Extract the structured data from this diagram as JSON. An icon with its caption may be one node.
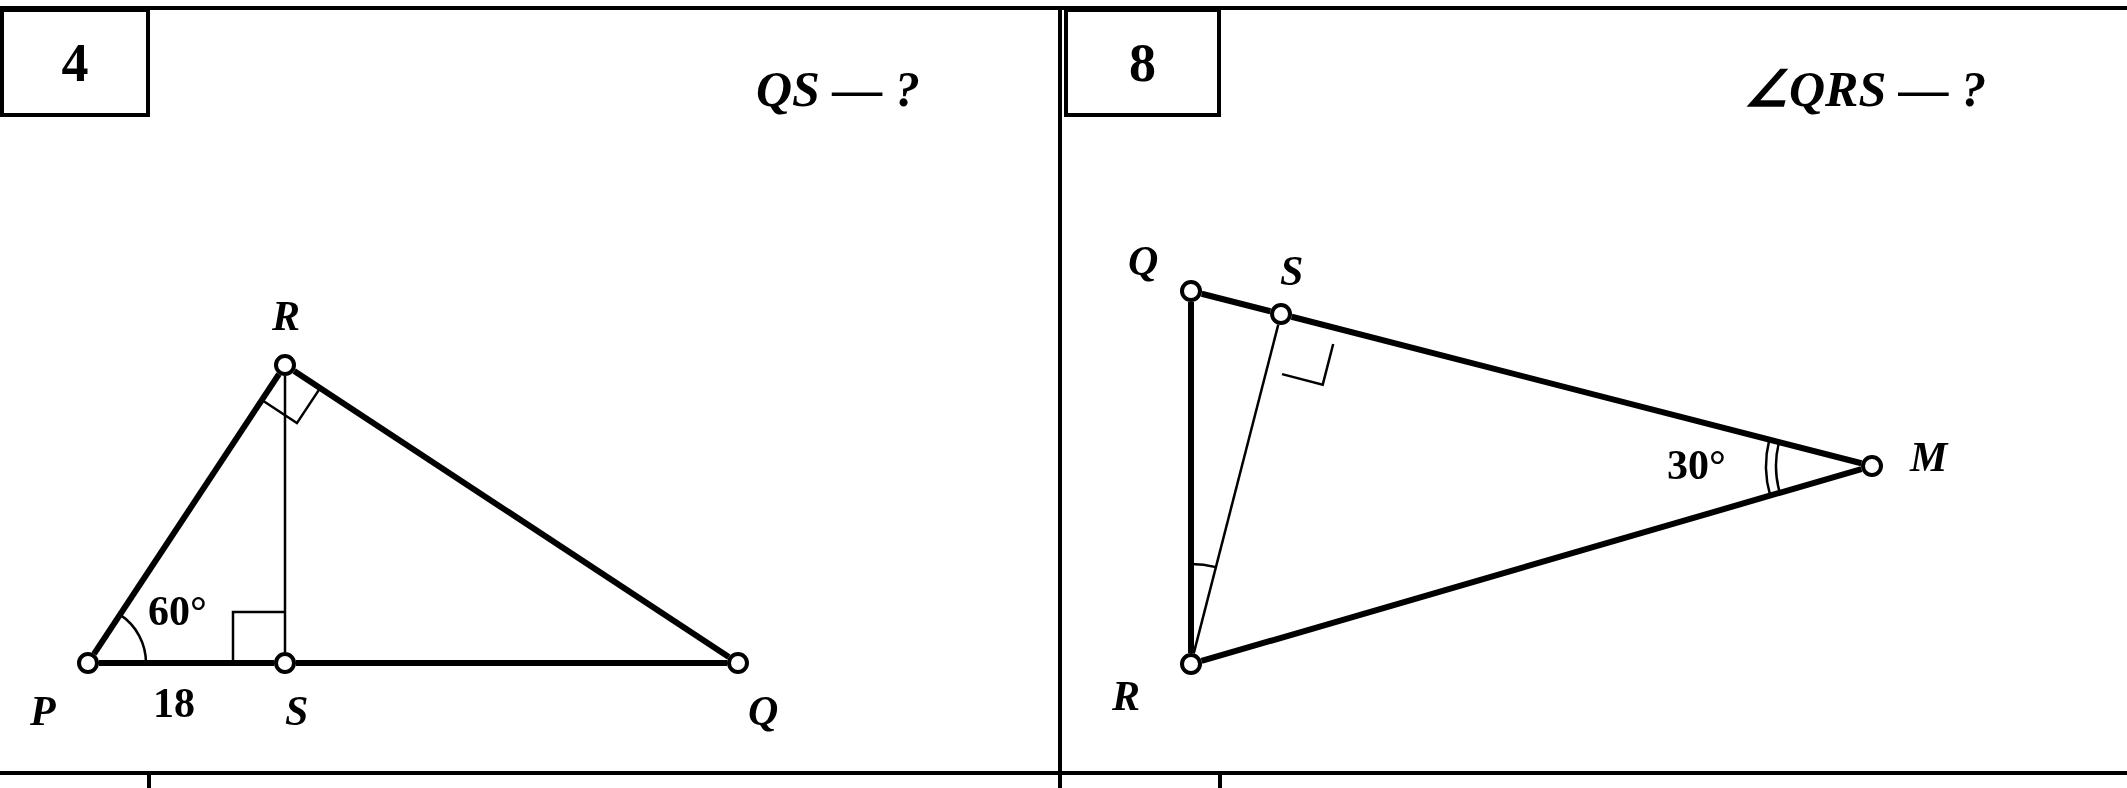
{
  "diagram": {
    "nodes": [
      {
        "text": [
          "4"
        ]
      },
      {
        "text": [],
        "shape": "circle",
        "beside": [
          "P"
        ]
      },
      {
        "text": [],
        "shape": "circle",
        "beside": [
          "R"
        ]
      },
      {
        "text": [],
        "shape": "circle",
        "beside": [
          "S"
        ]
      },
      {
        "text": [],
        "shape": "circle",
        "beside": [
          "Q"
        ]
      },
      {
        "text": [
          "8"
        ]
      },
      {
        "text": [],
        "shape": "circle",
        "beside": [
          "Q"
        ]
      },
      {
        "text": [],
        "shape": "circle",
        "beside": [
          "S"
        ]
      },
      {
        "text": [],
        "shape": "circle",
        "beside": [
          "M"
        ]
      },
      {
        "text": [],
        "shape": "circle",
        "beside": [
          "R"
        ]
      }
    ],
    "edges": [
      {
        "from": 1,
        "to": 2,
        "arrow": "none"
      },
      {
        "from": 2,
        "to": 4,
        "arrow": "none"
      },
      {
        "from": 1,
        "to": 3,
        "arrow": "none"
      },
      {
        "from": 3,
        "to": 4,
        "arrow": "none"
      },
      {
        "from": 2,
        "to": 3,
        "arrow": "none"
      },
      {
        "from": 6,
        "to": 9,
        "arrow": "none"
      },
      {
        "from": 6,
        "to": 7,
        "arrow": "none"
      },
      {
        "from": 7,
        "to": 8,
        "arrow": "none"
      },
      {
        "from": 9,
        "to": 8,
        "arrow": "none"
      },
      {
        "from": 9,
        "to": 7,
        "arrow": "none"
      }
    ],
    "labels": [
      "QS — ?",
      "60°",
      "18",
      "∠QRS — ?",
      "30°"
    ]
  }
}
